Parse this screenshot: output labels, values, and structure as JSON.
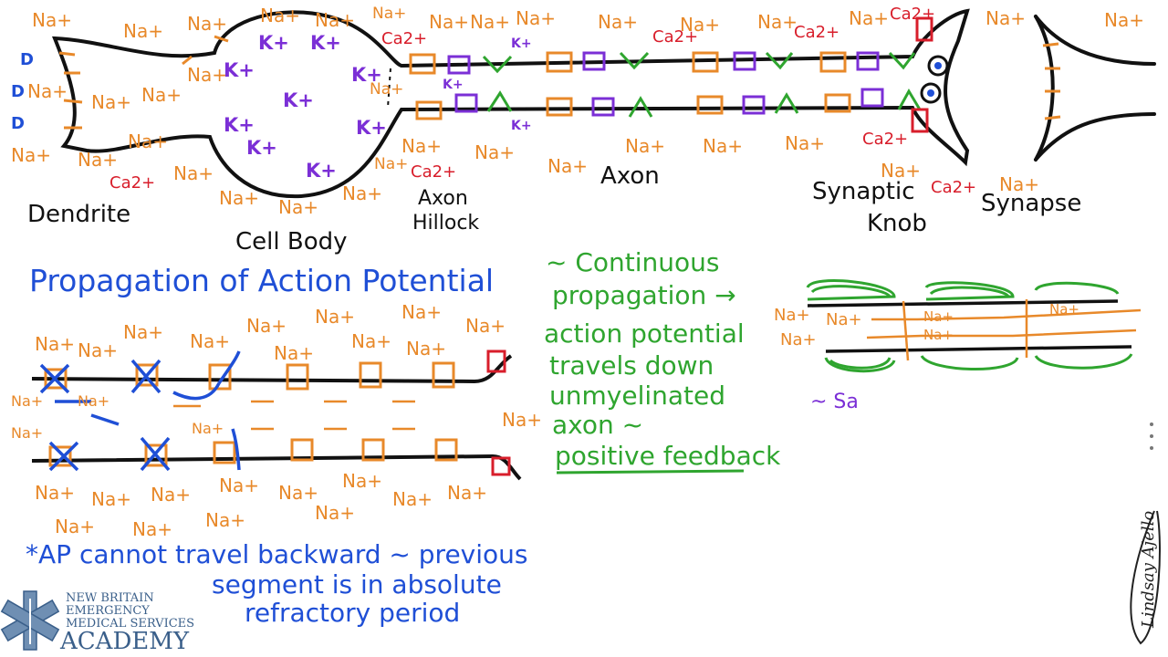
{
  "labels": {
    "dendrite": "Dendrite",
    "cell_body": "Cell Body",
    "axon_hillock_1": "Axon",
    "axon_hillock_2": "Hillock",
    "axon": "Axon",
    "synaptic_knob_1": "Synaptic",
    "synaptic_knob_2": "Knob",
    "synapse": "Synapse"
  },
  "ions": {
    "na": "Na+",
    "k": "K+",
    "ca": "Ca2+",
    "d": "D"
  },
  "title": "Propagation of Action Potential",
  "continuous": {
    "heading": "~ Continuous",
    "lines": [
      "propagation →",
      "action potential",
      "travels down",
      "unmyelinated",
      "axon ~",
      "positive feedback"
    ]
  },
  "saltatory": "~ Sa",
  "warning": [
    "*AP cannot travel backward ~ previous",
    "segment is in absolute",
    "refractory period"
  ],
  "logo": {
    "line1": "NEW BRITAIN",
    "line2": "EMERGENCY",
    "line3": "MEDICAL SERVICES",
    "line4": "ACADEMY"
  },
  "signature": "Lindsay Ajello",
  "colors": {
    "sodium": "#e8892a",
    "potassium": "#7b2fd6",
    "calcium": "#d81e2b",
    "heading_blue": "#1f4fd6",
    "notes_green": "#2fa52f",
    "outline": "#111111"
  }
}
